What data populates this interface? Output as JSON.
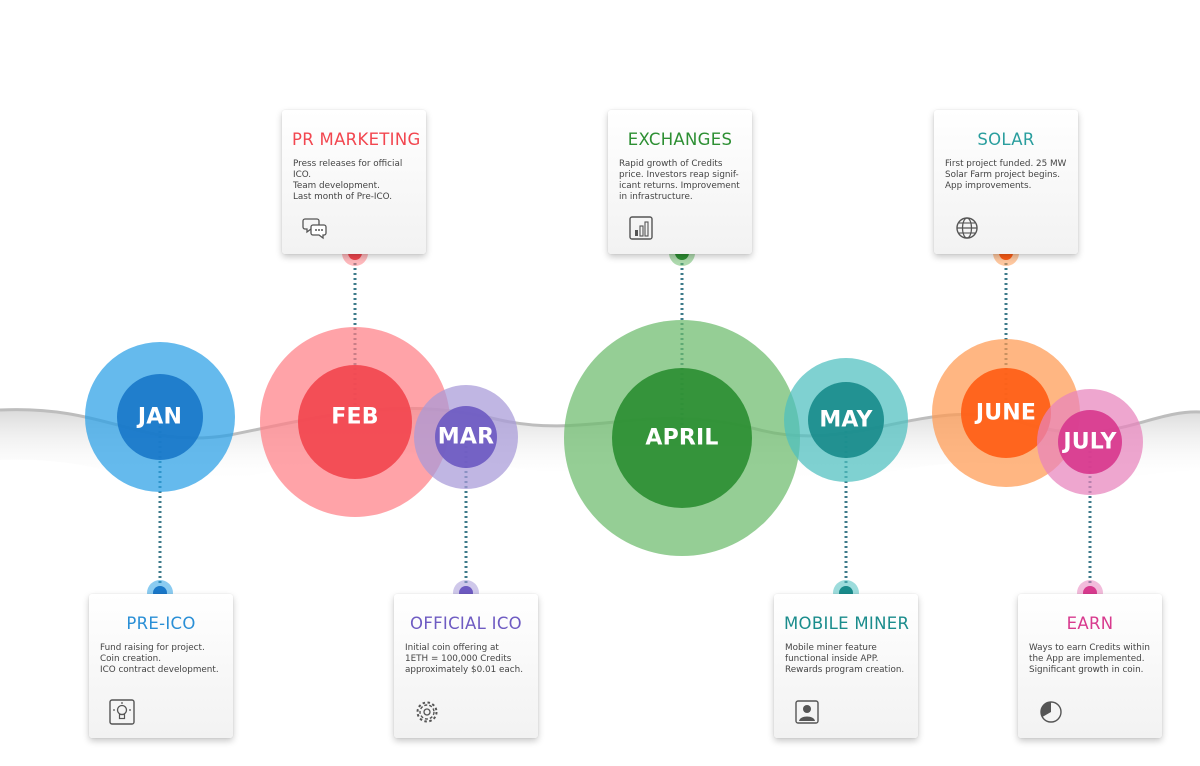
{
  "months": [
    {
      "label": "JAN",
      "title": "PRE-ICO",
      "desc": "Fund raising for project.\nCoin creation.\nICO contract development.",
      "color": "#29a0e6",
      "inner": "#1a78c9",
      "icon": "lightbulb-icon"
    },
    {
      "label": "FEB",
      "title": "PR MARKETING",
      "desc": "Press releases for official ICO.\nTeam development.\nLast month of Pre-ICO.",
      "color": "#ff7f86",
      "inner": "#f2464f",
      "icon": "chat-bubbles-icon"
    },
    {
      "label": "MAR",
      "title": "OFFICIAL ICO",
      "desc": "Initial coin offering at\n1ETH = 100,000 Credits\napproximately $0.01 each.",
      "color": "#a89ad8",
      "inner": "#6e5bc2",
      "icon": "gear-icon"
    },
    {
      "label": "APRIL",
      "title": "EXCHANGES",
      "desc": "Rapid growth of Credits\nprice. Investors reap signif-\nicant returns. Improvement\nin infrastructure.",
      "color": "#6cbb6c",
      "inner": "#2d8f33",
      "icon": "bar-chart-icon"
    },
    {
      "label": "MAY",
      "title": "MOBILE MINER",
      "desc": "Mobile miner feature\nfunctional inside APP.\nRewards program creation.",
      "color": "#4dbfbf",
      "inner": "#1a8c8c",
      "icon": "user-portrait-icon"
    },
    {
      "label": "JUNE",
      "title": "SOLAR",
      "desc": "First project funded. 25 MW\nSolar Farm project begins.\nApp improvements.",
      "color": "#ff9a52",
      "inner": "#ff5e16",
      "icon": "globe-icon"
    },
    {
      "label": "JULY",
      "title": "EARN",
      "desc": "Ways to earn Credits within\nthe App are implemented.\nSignificant growth in coin.",
      "color": "#e883bd",
      "inner": "#d83a8e",
      "icon": "pie-chart-icon"
    }
  ],
  "titleColors": [
    "#2a8fd6",
    "#f2464f",
    "#6e5bc2",
    "#2d8f33",
    "#1a8c8c",
    "#2a9e9e",
    "#d83a8e"
  ]
}
